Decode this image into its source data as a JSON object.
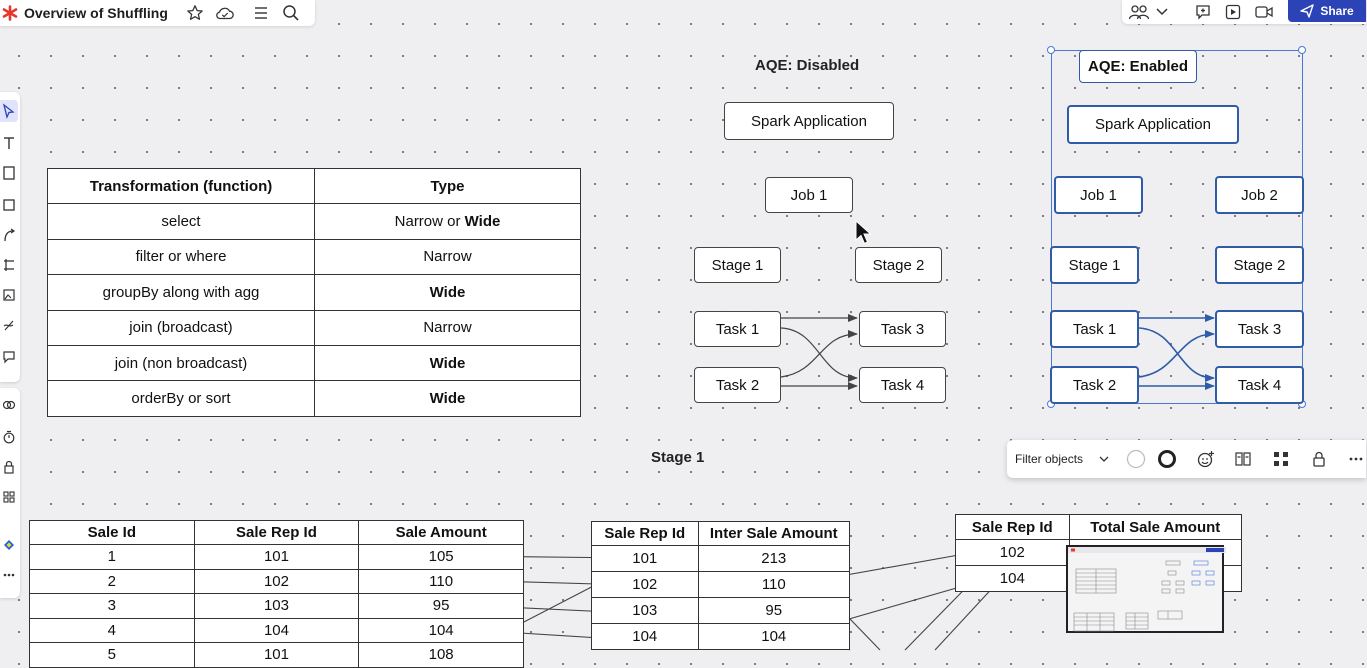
{
  "header": {
    "title": "Overview of Shuffling",
    "share_label": "Share"
  },
  "transform_table": {
    "headers": [
      "Transformation (function)",
      "Type"
    ],
    "rows": [
      {
        "fn": "select",
        "type_plain": "Narrow or ",
        "type_bold": "Wide"
      },
      {
        "fn": "filter or where",
        "type_plain": "Narrow",
        "type_bold": ""
      },
      {
        "fn": "groupBy along with agg",
        "type_plain": "",
        "type_bold": "Wide"
      },
      {
        "fn": "join (broadcast)",
        "type_plain": "Narrow",
        "type_bold": ""
      },
      {
        "fn": "join (non broadcast)",
        "type_plain": "",
        "type_bold": "Wide"
      },
      {
        "fn": "orderBy or sort",
        "type_plain": "",
        "type_bold": "Wide"
      }
    ]
  },
  "aqe_disabled": {
    "title": "AQE: Disabled",
    "app": "Spark Application",
    "job": "Job 1",
    "stage1": "Stage 1",
    "stage2": "Stage 2",
    "task1": "Task 1",
    "task2": "Task 2",
    "task3": "Task 3",
    "task4": "Task 4"
  },
  "aqe_enabled": {
    "title": "AQE: Enabled",
    "app": "Spark Application",
    "job1": "Job 1",
    "job2": "Job 2",
    "stage1": "Stage 1",
    "stage2": "Stage 2",
    "task1": "Task 1",
    "task2": "Task 2",
    "task3": "Task 3",
    "task4": "Task 4"
  },
  "stage_label": "Stage 1",
  "object_toolbar": {
    "filter_label": "Filter objects"
  },
  "sales_table": {
    "headers": [
      "Sale Id",
      "Sale Rep Id",
      "Sale Amount"
    ],
    "rows": [
      [
        "1",
        "101",
        "105"
      ],
      [
        "2",
        "102",
        "110"
      ],
      [
        "3",
        "103",
        "95"
      ],
      [
        "4",
        "104",
        "104"
      ],
      [
        "5",
        "101",
        "108"
      ]
    ]
  },
  "inter_table": {
    "headers": [
      "Sale Rep Id",
      "Inter Sale Amount"
    ],
    "rows": [
      [
        "101",
        "213"
      ],
      [
        "102",
        "110"
      ],
      [
        "103",
        "95"
      ],
      [
        "104",
        "104"
      ]
    ]
  },
  "total_table": {
    "headers": [
      "Sale Rep Id",
      "Total Sale Amount"
    ],
    "rows": [
      [
        "102",
        ""
      ],
      [
        "104",
        ""
      ]
    ]
  }
}
